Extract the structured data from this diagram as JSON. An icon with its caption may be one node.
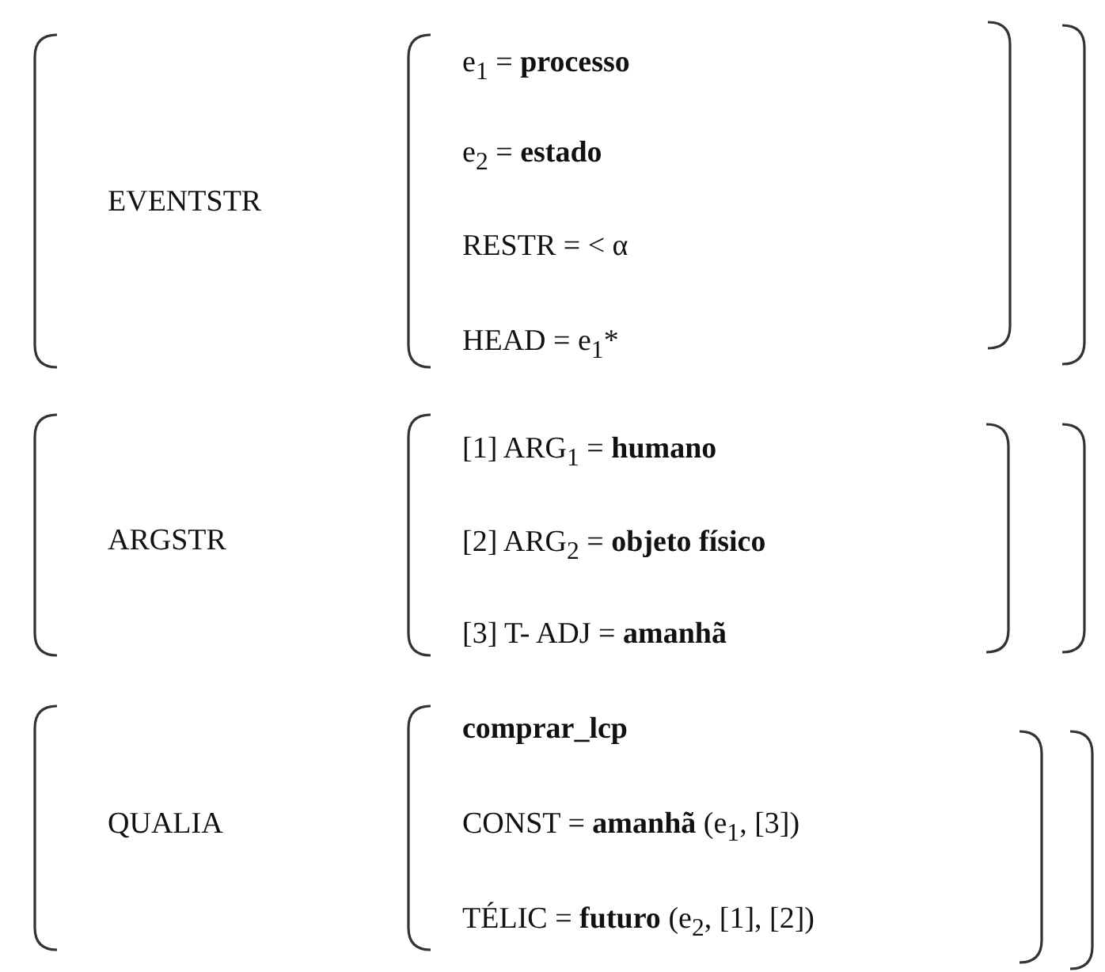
{
  "diagram": {
    "labels": [
      "EVENTSTR",
      "e$_{1}$ = **processo**",
      "e$_{2}$ = **estado**",
      "RESTR = < α",
      "HEAD = e$_{1}$*",
      "ARGSTR",
      "[1] ARG$_{1}$ = **humano**",
      "[2] ARG$_{2}$ = **objeto físico**",
      "[3] T- ADJ = **amanhã**",
      "QUALIA",
      "comprar_lcp",
      "CONST = **amanhã** (e$_{1}$, [3])",
      "TÉLIC = **futuro** (e$_{2}$, [1], [2])"
    ]
  }
}
